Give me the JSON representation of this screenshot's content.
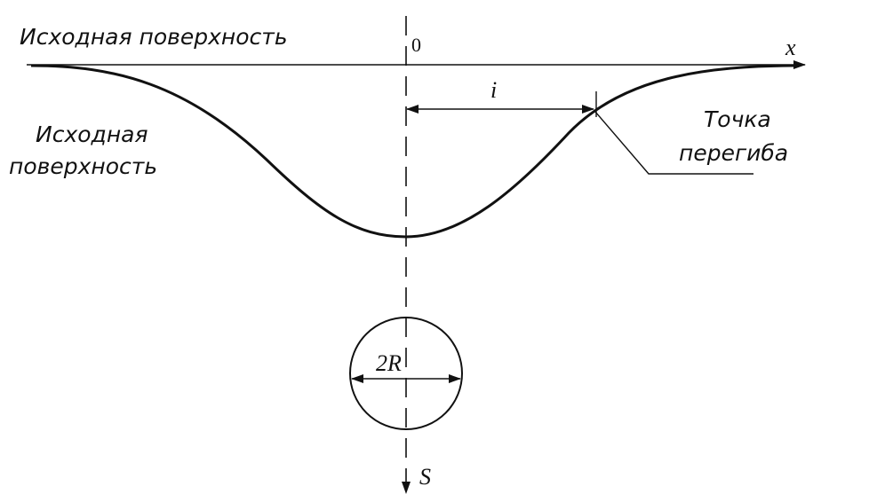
{
  "labels": {
    "top_surface": "Исходная поверхность",
    "left_surface_line1": "Исходная",
    "left_surface_line2": "поверхность",
    "inflection_line1": "Точка",
    "inflection_line2": "перегиба",
    "origin": "0",
    "x_axis": "x",
    "distance_i": "i",
    "diameter": "2R",
    "s_axis": "S"
  },
  "colors": {
    "stroke": "#111111",
    "background": "#ffffff"
  }
}
